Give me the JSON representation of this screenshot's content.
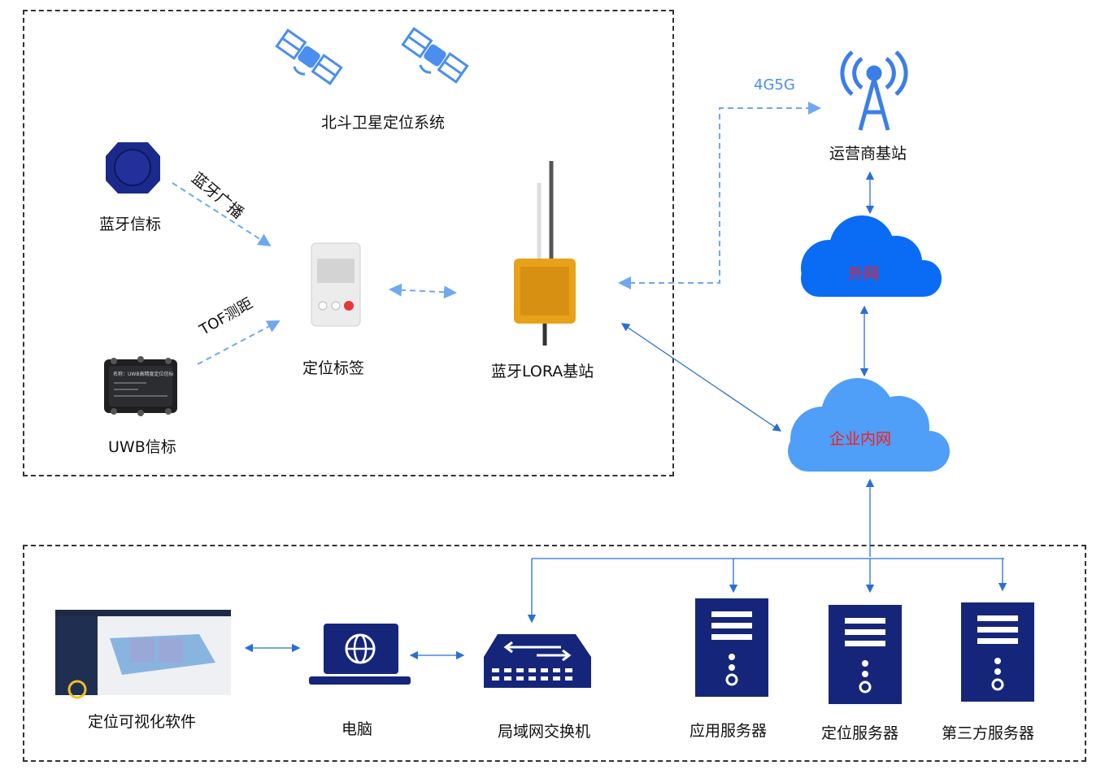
{
  "top_group": {
    "satellite_system": "北斗卫星定位系统",
    "bluetooth_beacon": "蓝牙信标",
    "bluetooth_broadcast": "蓝牙广播",
    "tof_ranging": "TOF测距",
    "uwb_beacon": "UWB信标",
    "uwb_device_text": "名称：UWB高精度定位信标",
    "location_tag": "定位标签",
    "lora_station": "蓝牙LORA基站"
  },
  "network": {
    "link_label": "4G5G",
    "carrier_station": "运营商基站",
    "external_net": "外网",
    "enterprise_net": "企业内网"
  },
  "bottom_group": {
    "software": "定位可视化软件",
    "computer": "电脑",
    "switch": "局域网交换机",
    "app_server": "应用服务器",
    "location_server": "定位服务器",
    "third_party_server": "第三方服务器"
  },
  "colors": {
    "dashed_link": "#6fa8f0",
    "solid_link": "#2a6fd6",
    "cloud_external": "#0a6cf5",
    "cloud_enterprise": "#4f9ef8",
    "cloud_text": "#ff1a1a",
    "server": "#15267a",
    "device_yellow": "#e8a21a"
  }
}
